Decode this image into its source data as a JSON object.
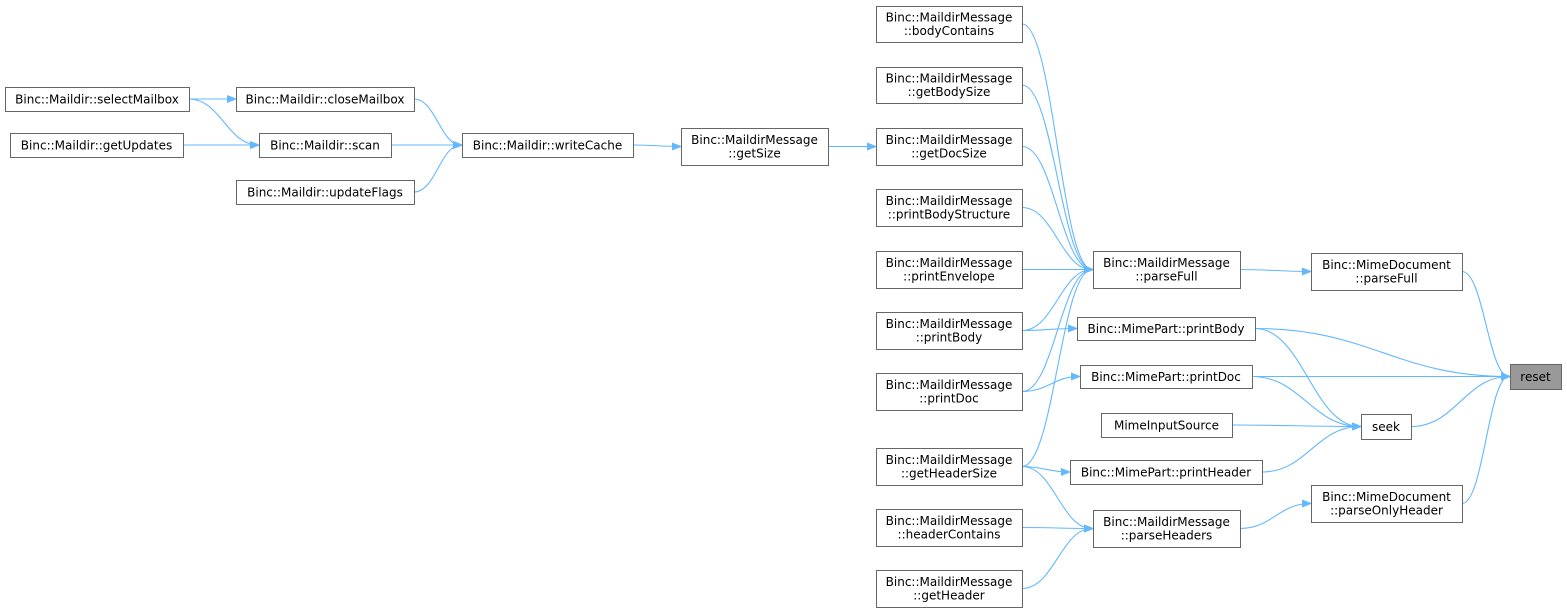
{
  "nodes": [
    {
      "id": "reset",
      "lines": [
        "reset"
      ],
      "focus": true
    },
    {
      "id": "seek",
      "lines": [
        "seek"
      ]
    },
    {
      "id": "mimedoc_parsefull",
      "lines": [
        "Binc::MimeDocument",
        "::parseFull"
      ]
    },
    {
      "id": "mimedoc_parseonlyheader",
      "lines": [
        "Binc::MimeDocument",
        "::parseOnlyHeader"
      ]
    },
    {
      "id": "mimepart_printbody",
      "lines": [
        "Binc::MimePart::printBody"
      ]
    },
    {
      "id": "mimepart_printdoc",
      "lines": [
        "Binc::MimePart::printDoc"
      ]
    },
    {
      "id": "mimepart_printheader",
      "lines": [
        "Binc::MimePart::printHeader"
      ]
    },
    {
      "id": "mimeinputsource",
      "lines": [
        "MimeInputSource"
      ]
    },
    {
      "id": "mm_parsefull",
      "lines": [
        "Binc::MaildirMessage",
        "::parseFull"
      ]
    },
    {
      "id": "mm_parseheaders",
      "lines": [
        "Binc::MaildirMessage",
        "::parseHeaders"
      ]
    },
    {
      "id": "mm_bodycontains",
      "lines": [
        "Binc::MaildirMessage",
        "::bodyContains"
      ]
    },
    {
      "id": "mm_getbodysize",
      "lines": [
        "Binc::MaildirMessage",
        "::getBodySize"
      ]
    },
    {
      "id": "mm_getdocsize",
      "lines": [
        "Binc::MaildirMessage",
        "::getDocSize"
      ]
    },
    {
      "id": "mm_printbodystructure",
      "lines": [
        "Binc::MaildirMessage",
        "::printBodyStructure"
      ]
    },
    {
      "id": "mm_printenvelope",
      "lines": [
        "Binc::MaildirMessage",
        "::printEnvelope"
      ]
    },
    {
      "id": "mm_printbody",
      "lines": [
        "Binc::MaildirMessage",
        "::printBody"
      ]
    },
    {
      "id": "mm_printdoc",
      "lines": [
        "Binc::MaildirMessage",
        "::printDoc"
      ]
    },
    {
      "id": "mm_getheadersize",
      "lines": [
        "Binc::MaildirMessage",
        "::getHeaderSize"
      ]
    },
    {
      "id": "mm_headercontains",
      "lines": [
        "Binc::MaildirMessage",
        "::headerContains"
      ]
    },
    {
      "id": "mm_getheader",
      "lines": [
        "Binc::MaildirMessage",
        "::getHeader"
      ]
    },
    {
      "id": "mm_getsize",
      "lines": [
        "Binc::MaildirMessage",
        "::getSize"
      ]
    },
    {
      "id": "md_writecache",
      "lines": [
        "Binc::Maildir::writeCache"
      ]
    },
    {
      "id": "md_closemailbox",
      "lines": [
        "Binc::Maildir::closeMailbox"
      ]
    },
    {
      "id": "md_scan",
      "lines": [
        "Binc::Maildir::scan"
      ]
    },
    {
      "id": "md_updateflags",
      "lines": [
        "Binc::Maildir::updateFlags"
      ]
    },
    {
      "id": "md_selectmailbox",
      "lines": [
        "Binc::Maildir::selectMailbox"
      ]
    },
    {
      "id": "md_getupdates",
      "lines": [
        "Binc::Maildir::getUpdates"
      ]
    }
  ],
  "edges": [
    {
      "from": "mimedoc_parsefull",
      "to": "reset"
    },
    {
      "from": "mimepart_printbody",
      "to": "reset"
    },
    {
      "from": "mimepart_printdoc",
      "to": "reset"
    },
    {
      "from": "seek",
      "to": "reset"
    },
    {
      "from": "mimedoc_parseonlyheader",
      "to": "reset"
    },
    {
      "from": "mimepart_printbody",
      "to": "seek"
    },
    {
      "from": "mimepart_printdoc",
      "to": "seek"
    },
    {
      "from": "mimeinputsource",
      "to": "seek"
    },
    {
      "from": "mimepart_printheader",
      "to": "seek"
    },
    {
      "from": "mm_parsefull",
      "to": "mimedoc_parsefull"
    },
    {
      "from": "mm_parseheaders",
      "to": "mimedoc_parseonlyheader"
    },
    {
      "from": "mm_printbody",
      "to": "mimepart_printbody"
    },
    {
      "from": "mm_printdoc",
      "to": "mimepart_printdoc"
    },
    {
      "from": "mm_getheadersize",
      "to": "mimepart_printheader"
    },
    {
      "from": "mm_bodycontains",
      "to": "mm_parsefull"
    },
    {
      "from": "mm_getbodysize",
      "to": "mm_parsefull"
    },
    {
      "from": "mm_getdocsize",
      "to": "mm_parsefull"
    },
    {
      "from": "mm_printbodystructure",
      "to": "mm_parsefull"
    },
    {
      "from": "mm_printenvelope",
      "to": "mm_parsefull"
    },
    {
      "from": "mm_printbody",
      "to": "mm_parsefull"
    },
    {
      "from": "mm_printdoc",
      "to": "mm_parsefull"
    },
    {
      "from": "mm_getheadersize",
      "to": "mm_parsefull"
    },
    {
      "from": "mm_getheadersize",
      "to": "mm_parseheaders"
    },
    {
      "from": "mm_headercontains",
      "to": "mm_parseheaders"
    },
    {
      "from": "mm_getheader",
      "to": "mm_parseheaders"
    },
    {
      "from": "mm_getsize",
      "to": "mm_getdocsize"
    },
    {
      "from": "md_writecache",
      "to": "mm_getsize"
    },
    {
      "from": "md_closemailbox",
      "to": "md_writecache"
    },
    {
      "from": "md_scan",
      "to": "md_writecache"
    },
    {
      "from": "md_updateflags",
      "to": "md_writecache"
    },
    {
      "from": "md_selectmailbox",
      "to": "md_closemailbox"
    },
    {
      "from": "md_selectmailbox",
      "to": "md_scan"
    },
    {
      "from": "md_getupdates",
      "to": "md_scan"
    }
  ],
  "colors": {
    "edge": "#63b8ff",
    "node_border": "#666666",
    "focus_fill": "#999999"
  }
}
